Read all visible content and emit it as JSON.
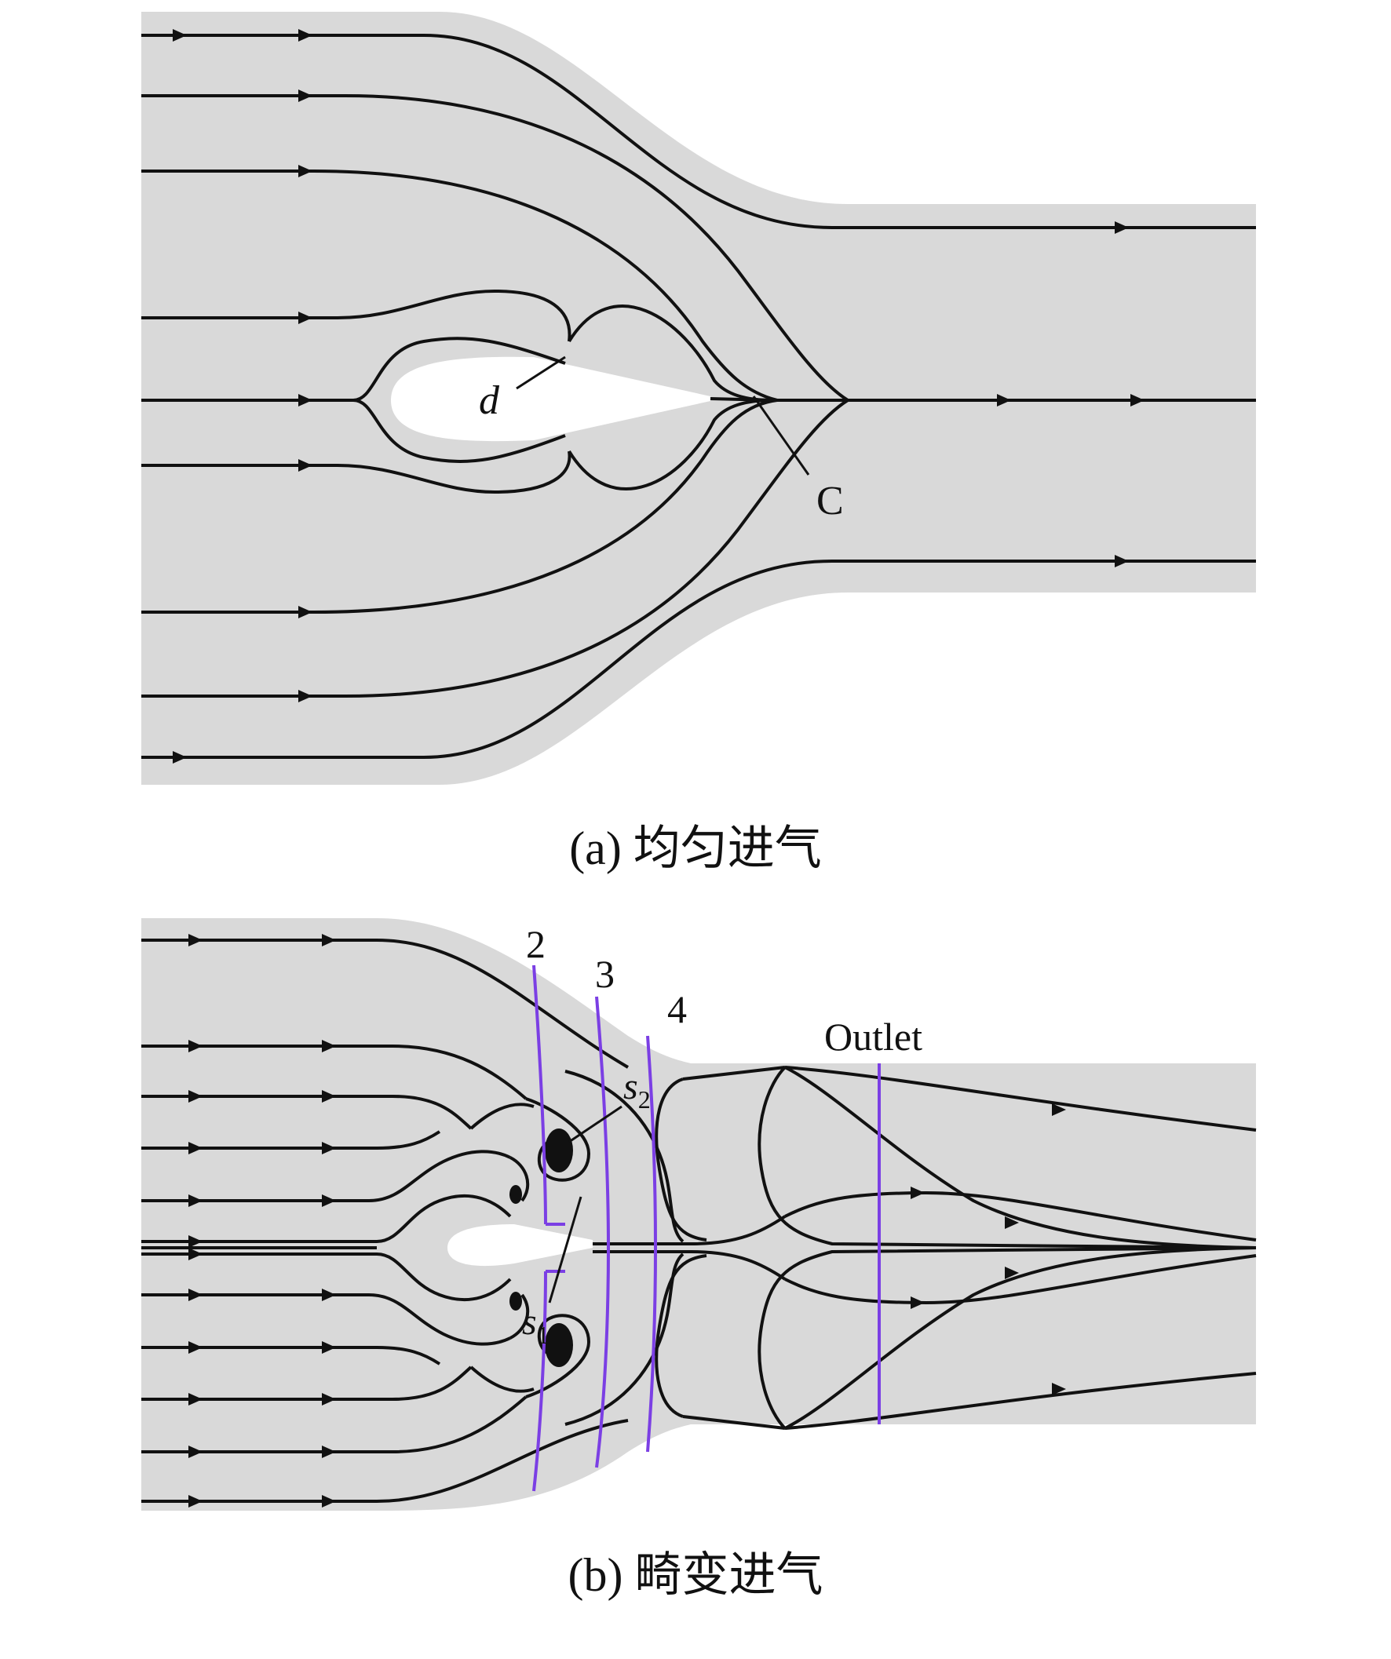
{
  "panel_a": {
    "caption": "(a) 均匀进气",
    "label_d": "d",
    "label_c": "C"
  },
  "panel_b": {
    "caption": "(b) 畸变进气",
    "station_2": "2",
    "station_3": "3",
    "station_4": "4",
    "outlet_label": "Outlet",
    "s1_base": "s",
    "s1_sub": "1",
    "s2_base": "s",
    "s2_sub": "2"
  },
  "colors": {
    "domain_fill": "#d9d9d9",
    "streamline": "#111111",
    "station_line": "#7b3fe4",
    "vortex_core": "#111111"
  }
}
